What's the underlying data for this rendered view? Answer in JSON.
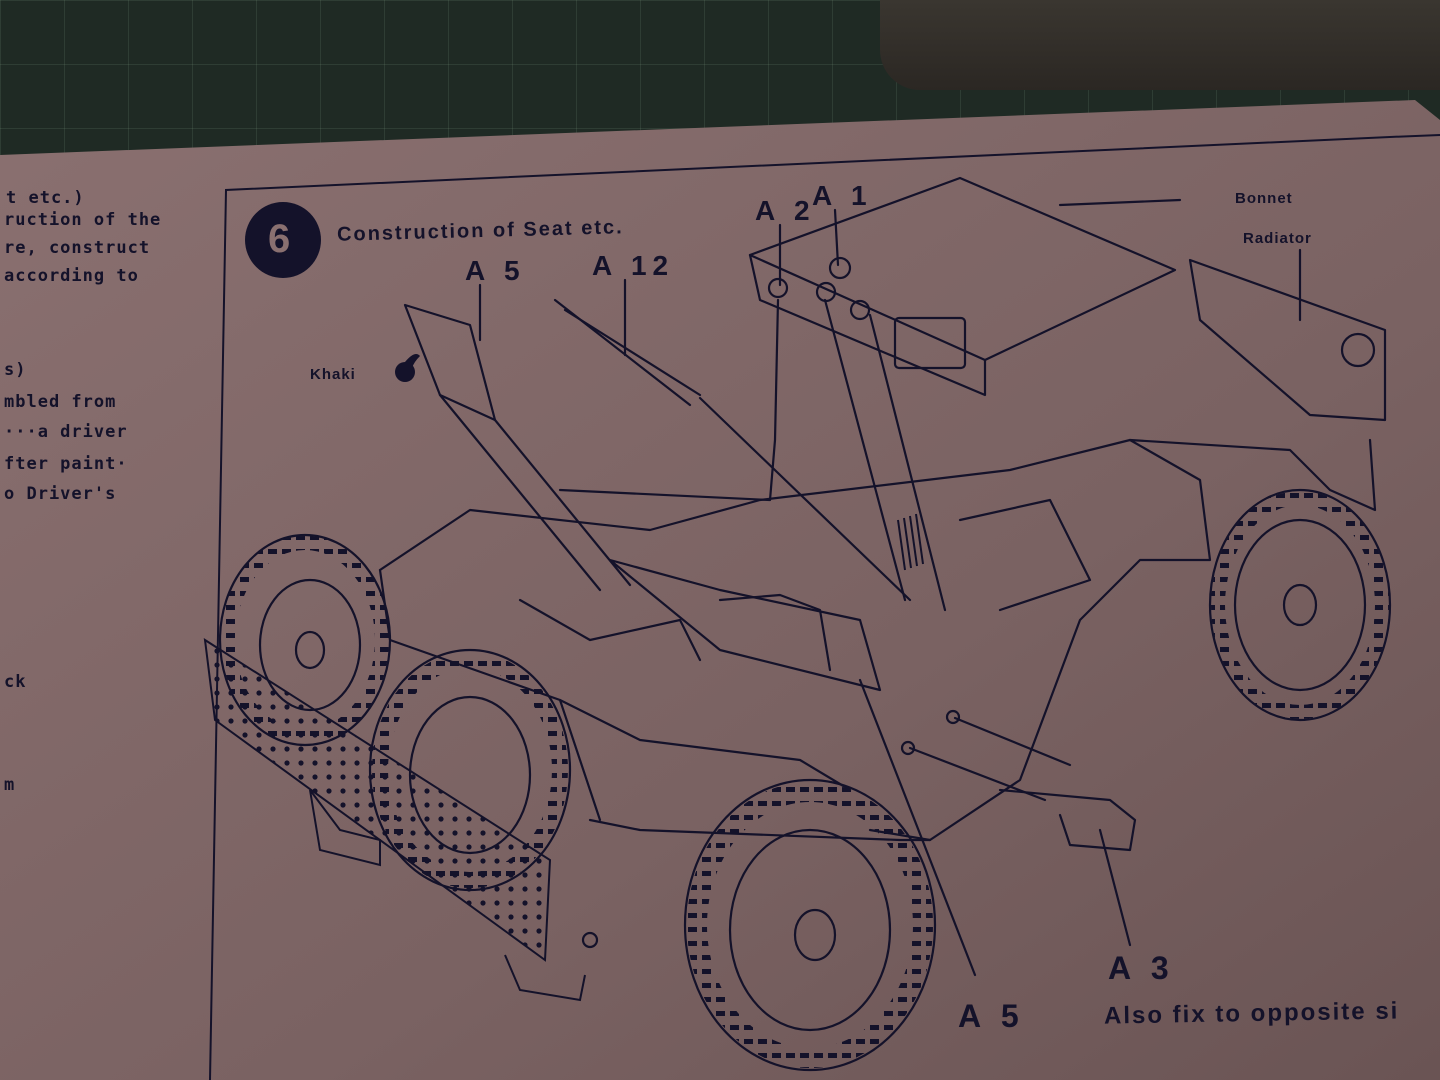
{
  "left_column_fragments": [
    "t etc.)",
    "ruction of the",
    "re, construct",
    "according to",
    "s)",
    "mbled from",
    "···a driver",
    "fter paint·",
    "o Driver's",
    "ck",
    "m"
  ],
  "step": {
    "number": "6",
    "title": "Construction of Seat etc."
  },
  "paint": {
    "color_label": "Khaki"
  },
  "part_labels": {
    "a2": "A 2",
    "a1": "A 1",
    "a5_top": "A 5",
    "a12": "A 12",
    "a5_bottom": "A 5",
    "a3": "A 3",
    "bonnet": "Bonnet",
    "radiator": "Radiator"
  },
  "note": "Also fix to opposite si",
  "colors": {
    "paper": "#7e6666",
    "ink": "#14122a",
    "mat": "#1f2a24"
  },
  "icons": [
    "paint-drop-icon"
  ]
}
